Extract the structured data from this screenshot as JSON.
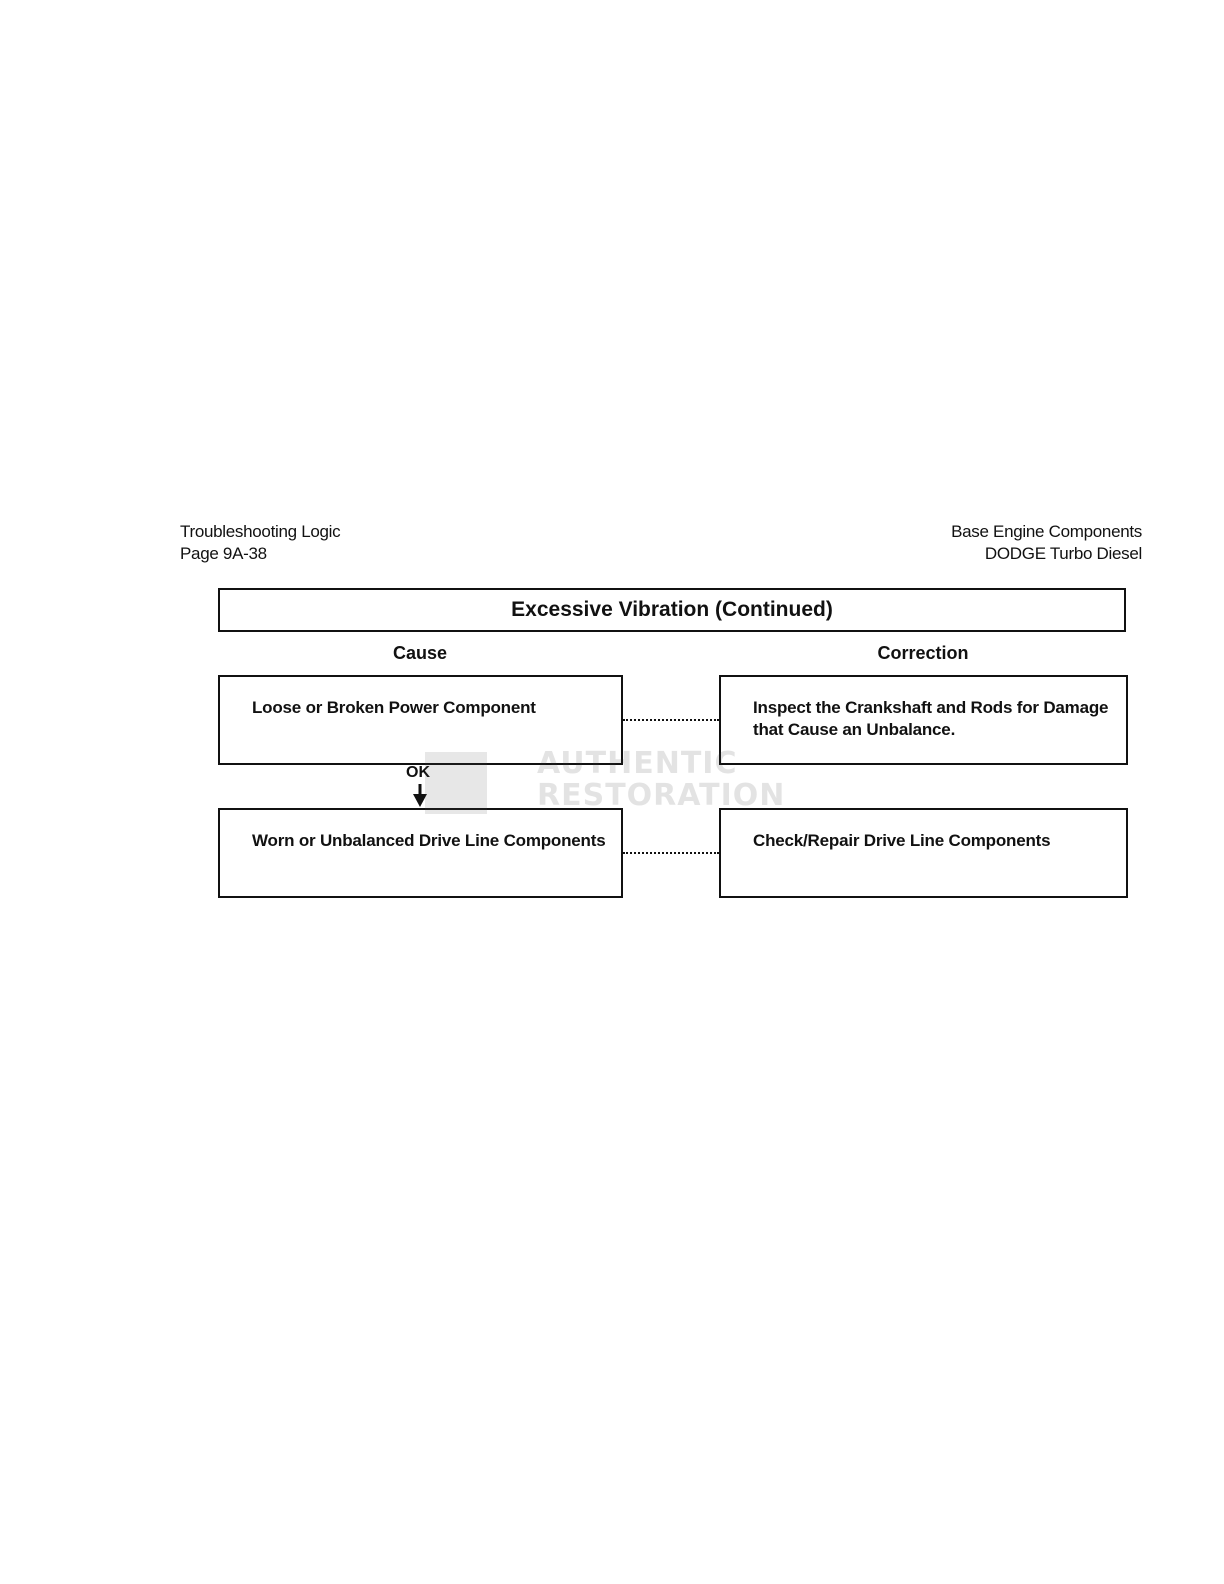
{
  "header": {
    "left_line1": "Troubleshooting Logic",
    "left_line2": "Page 9A-38",
    "right_line1": "Base Engine Components",
    "right_line2": "DODGE Turbo Diesel"
  },
  "chart": {
    "title": "Excessive Vibration (Continued)",
    "cause_heading": "Cause",
    "correction_heading": "Correction",
    "connector_label": "OK",
    "causes": [
      "Loose or Broken Power Component",
      "Worn or Unbalanced Drive Line Components"
    ],
    "corrections": [
      "Inspect the Crankshaft and Rods for Damage that Cause an Unbalance.",
      "Check/Repair Drive Line Components"
    ]
  },
  "watermark": {
    "line1": "AUTHENTIC",
    "line2": "RESTORATION"
  }
}
